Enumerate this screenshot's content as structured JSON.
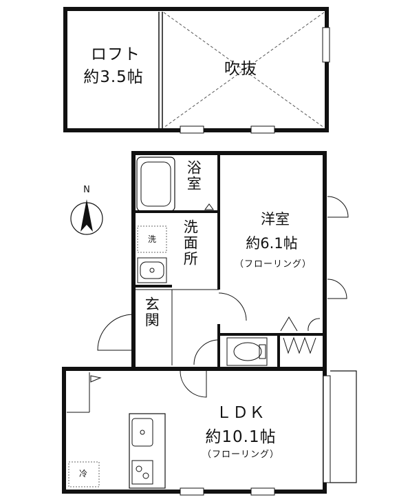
{
  "loft": {
    "name": "ロフト",
    "size": "約3.5帖"
  },
  "void": {
    "name": "吹抜"
  },
  "bath": {
    "name": "浴室"
  },
  "washroom": {
    "name": "洗面所"
  },
  "washer": {
    "name": "洗"
  },
  "entrance": {
    "name": "玄関"
  },
  "bedroom": {
    "name": "洋室",
    "size": "約6.1帖",
    "floor": "（フローリング）"
  },
  "ldk": {
    "name": "ＬＤＫ",
    "size": "約10.1帖",
    "floor": "（フローリング）"
  },
  "fridge": {
    "name": "冷"
  },
  "compass": {
    "label": "N"
  }
}
